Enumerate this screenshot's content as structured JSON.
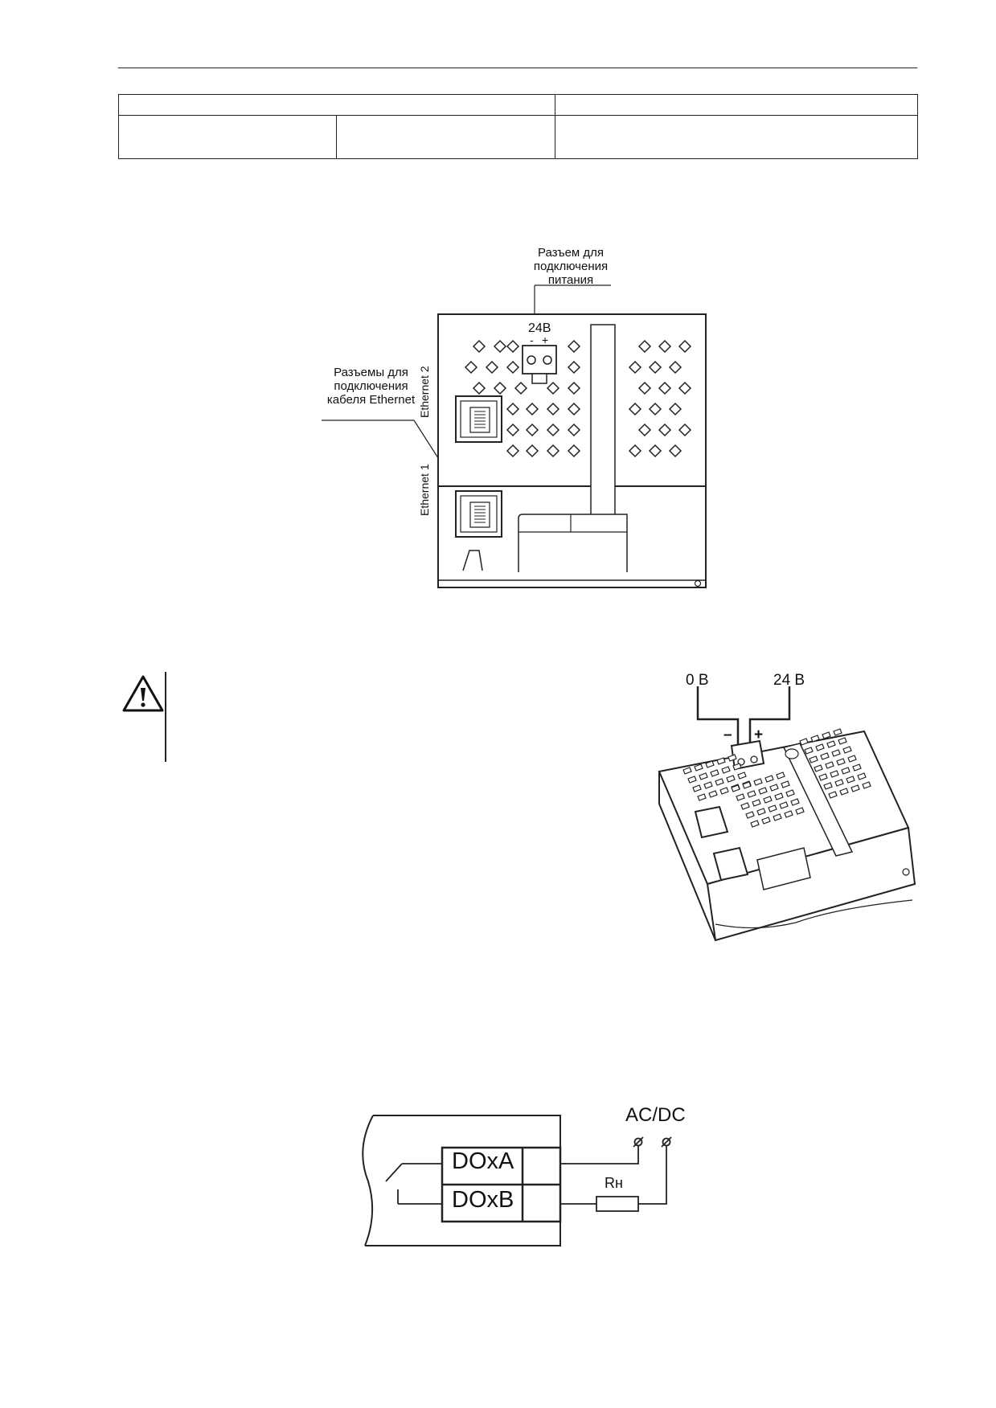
{
  "figure_front": {
    "power_connector_label_lines": [
      "Разъем для",
      "подключения",
      "питания"
    ],
    "ethernet_connectors_label_lines": [
      "Разъемы для",
      "подключения",
      "кабеля Ethernet"
    ],
    "voltage_label": "24В",
    "minus": "-",
    "plus": "+",
    "port2_label": "Ethernet 2",
    "port1_label": "Ethernet 1"
  },
  "figure_iso": {
    "zero_volt_label": "0 В",
    "twentyfour_volt_label": "24 В",
    "minus": "–",
    "plus": "+"
  },
  "warning": {
    "icon": "warning-triangle-icon"
  },
  "figure_circuit": {
    "supply_label": "AC/DC",
    "terminal_a": "DOxA",
    "terminal_b": "DOxB",
    "load_label": "Rн"
  }
}
